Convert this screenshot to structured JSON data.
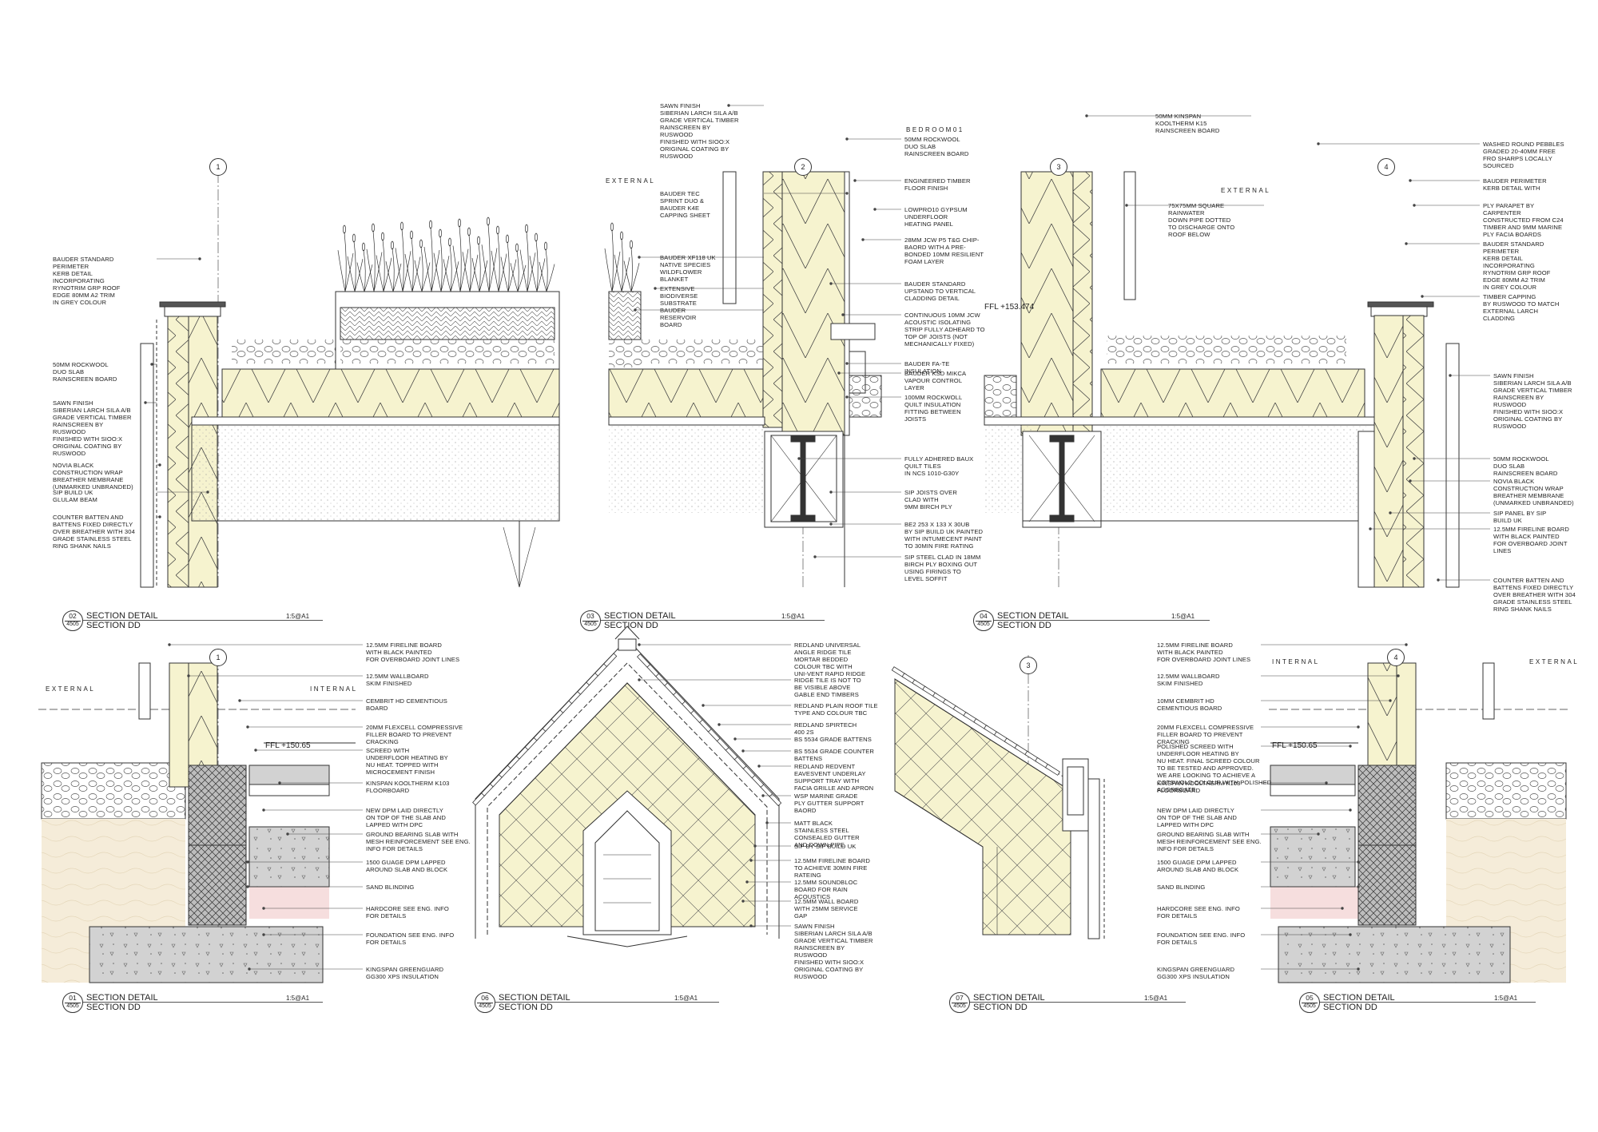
{
  "details": [
    {
      "num": "02",
      "sheet": "4505",
      "title": "SECTION DETAIL",
      "subtitle": "SECTION DD",
      "scale": "1:5@A1"
    },
    {
      "num": "03",
      "sheet": "4505",
      "title": "SECTION DETAIL",
      "subtitle": "SECTION DD",
      "scale": "1:5@A1"
    },
    {
      "num": "04",
      "sheet": "4505",
      "title": "SECTION DETAIL",
      "subtitle": "SECTION DD",
      "scale": "1:5@A1"
    },
    {
      "num": "01",
      "sheet": "4505",
      "title": "SECTION DETAIL",
      "subtitle": "SECTION DD",
      "scale": "1:5@A1"
    },
    {
      "num": "06",
      "sheet": "4505",
      "title": "SECTION DETAIL",
      "subtitle": "SECTION DD",
      "scale": "1:5@A1"
    },
    {
      "num": "07",
      "sheet": "4505",
      "title": "SECTION DETAIL",
      "subtitle": "SECTION DD",
      "scale": "1:5@A1"
    },
    {
      "num": "05",
      "sheet": "4505",
      "title": "SECTION DETAIL",
      "subtitle": "SECTION DD",
      "scale": "1:5@A1"
    }
  ],
  "grid_markers": [
    "1",
    "2",
    "3",
    "4",
    "1",
    "3",
    "4"
  ],
  "labels": {
    "external_03": "EXTERNAL",
    "external_04": "EXTERNAL",
    "bedroom": "BEDROOM01",
    "external_01": "EXTERNAL",
    "internal_01": "INTERNAL",
    "internal_05": "INTERNAL",
    "external_05": "EXTERNAL"
  },
  "ffl": {
    "d03": "FFL +153.474",
    "d01": "FFL +150.65",
    "d05": "FFL +150.65"
  },
  "notes_02": [
    "BAUDER STANDARD\nPERIMETER\nKERB DETAIL\nINCORPORATING\nRYNOTRIM GRP ROOF\nEDGE 80MM A2 TRIM\nIN GREY COLOUR",
    "50MM ROCKWOOL\nDUO SLAB\nRAINSCREEN BOARD",
    "SAWN FINISH\nSIBERIAN LARCH SILA A/B\nGRADE VERTICAL TIMBER\nRAINSCREEN BY\nRUSWOOD\nFINISHED WITH SIOO:X\nORIGINAL COATING BY\nRUSWOOD",
    "NOVIA BLACK\nCONSTRUCTION WRAP\nBREATHER MEMBRANE\n(UNMARKED UNBRANDED)",
    "SIP BUILD UK\nGLULAM BEAM",
    "COUNTER BATTEN AND\nBATTENS FIXED DIRECTLY\nOVER BREATHER WITH 304\nGRADE STAINLESS STEEL\nRING SHANK NAILS"
  ],
  "notes_03_left": [
    "SAWN FINISH\nSIBERIAN LARCH SILA A/B\nGRADE VERTICAL TIMBER\nRAINSCREEN BY\nRUSWOOD\nFINISHED WITH SIOO:X\nORIGINAL COATING BY\nRUSWOOD",
    "BAUDER TEC\nSPRINT DUO &\nBAUDER K4E\nCAPPING SHEET",
    "BAUDER XF118 UK\nNATIVE SPECIES\nWILDFLOWER\nBLANKET",
    "EXTENSIVE\nBIODIVERSE\nSUBSTRATE",
    "BAUDER\nRESERVOIR\nBOARD"
  ],
  "notes_03_right": [
    "50MM ROCKWOOL\nDUO SLAB\nRAINSCREEN BOARD",
    "ENGINEERED TIMBER\nFLOOR FINISH",
    "LOWPRO10 GYPSUM\nUNDERFLOOR\nHEATING PANEL",
    "28MM JCW P5 T&G CHIP-\nBAORD WITH A PRE-\nBONDED 10MM RESILIENT\nFOAM LAYER",
    "BAUDER STANDARD\nUPSTAND TO VERTICAL\nCLADDING DETAIL",
    "CONTINUOUS 10MM JCW\nACOUSTIC ISOLATING\nSTRIP FULLY ADHEARD TO\nTOP OF JOISTS (NOT\nMECHANICALLY FIXED)",
    "BAUDER FA-TE\nINSULATION",
    "BAUDER KSD MIKCA\nVAPOUR CONTROL\nLAYER",
    "100MM ROCKWOLL\nQUILT INSULATION\nFITTING BETWEEN\nJOISTS",
    "FULLY ADHERED BAUX\nQUILT TILES\nIN NCS 1010-G30Y",
    "SIP JOISTS OVER\nCLAD WITH\n9MM BIRCH PLY",
    "BE2 253 X 133 X 30UB\nBY SIP BUILD UK PAINTED\nWITH INTUMECENT PAINT\nTO 30MIN FIRE RATING",
    "SIP STEEL CLAD IN 18MM\nBIRCH PLY BOXING OUT\nUSING FIRINGS TO\nLEVEL SOFFIT"
  ],
  "notes_04": [
    "50MM KINSPAN\nKOOLTHERM K15\nRAINSCREEN BOARD",
    "75x75MM SQUARE\nRAINWATER\nDOWN PIPE DOTTED\nTO DISCHARGE ONTO\nROOF BELOW",
    "WASHED ROUND PEBBLES\nGRADED 20-40MM FREE\nFRO SHARPS LOCALLY\nSOURCED",
    "BAUDER PERIMETER\nKERB DETAIL WITH",
    "PLY PARAPET BY\nCARPENTER\nCONSTRUCTED FROM C24\nTIMBER AND 9MM MARINE\nPLY FACIA BOARDS",
    "BAUDER STANDARD\nPERIMETER\nKERB DETAIL\nINCORPORATING\nRYNOTRIM GRP ROOF\nEDGE 80MM A2 TRIM\nIN GREY COLOUR",
    "TIMBER CAPPING\nBY RUSWOOD TO MATCH\nEXTERNAL LARCH\nCLADDING",
    "SAWN FINISH\nSIBERIAN LARCH SILA A/B\nGRADE VERTICAL TIMBER\nRAINSCREEN BY\nRUSWOOD\nFINISHED WITH SIOO:X\nORIGINAL COATING BY\nRUSWOOD",
    "50MM ROCKWOOL\nDUO SLAB\nRAINSCREEN BOARD",
    "NOVIA BLACK\nCONSTRUCTION WRAP\nBREATHER MEMBRANE\n(UNMARKED UNBRANDED)",
    "SIP PANEL BY SIP\nBUILD UK",
    "12.5MM FIRELINE BOARD\nWITH BLACK PAINTED\nFOR OVERBOARD JOINT\nLINES",
    "COUNTER BATTEN AND\nBATTENS FIXED DIRECTLY\nOVER BREATHER WITH 304\nGRADE STAINLESS STEEL\nRING SHANK NAILS"
  ],
  "notes_01": [
    "12.5MM FIRELINE BOARD\nWITH BLACK PAINTED\nFOR OVERBOARD JOINT LINES",
    "12.5MM WALLBOARD\nSKIM FINISHED",
    "CEMBRIT HD CEMENTIOUS\nBOARD",
    "20MM FLEXCELL COMPRESSIVE\nFILLER BOARD TO PREVENT\nCRACKING",
    "SCREED WITH\nUNDERFLOOR HEATING BY\nNU HEAT. TOPPED WITH\nMICROCEMENT FINISH",
    "KINSPAN KOOLTHERM K103\nFLOORBOARD",
    "NEW DPM LAID DIRECTLY\nON TOP OF THE SLAB AND\nLAPPED WITH DPC",
    "GROUND BEARING SLAB WITH\nMESH REINFORCEMENT SEE ENG.\nINFO FOR DETAILS",
    "1500 GUAGE DPM LAPPED\nAROUND SLAB AND BLOCK",
    "SAND BLINDING",
    "HARDCORE SEE ENG. INFO\nFOR DETAILS",
    "FOUNDATION SEE ENG. INFO\nFOR DETAILS",
    "KINGSPAN GREENGUARD\nGG300 XPS INSULATION"
  ],
  "notes_06": [
    "REDLAND UNIVERSAL\nANGLE RIDGE TILE\nMORTAR BEDDED\nCOLOUR TBC WITH\nUNI-VENT RAPID RIDGE",
    "RIDGE TILE IS NOT TO\nBE VISIBLE ABOVE\nGABLE END TIMBERS",
    "REDLAND PLAIN ROOF TILE\nTYPE AND COLOUR TBC",
    "REDLAND SPIRTECH\n400 2S",
    "BS 5534 GRADE BATTENS",
    "BS 5534 GRADE COUNTER\nBATTENS",
    "REDLAND REDVENT\nEAVESVENT UNDERLAY\nSUPPORT TRAY WITH\nFACIA GRILLE AND APRON",
    "WSP MARINE GRADE\nPLY GUTTER SUPPORT\nBAORD",
    "MATT BLACK\nSTAINLESS STEEL\nCONSEALED GUTTER\nAND DOWN PIPE",
    "SIP BY SIP BUILD UK",
    "12.5MM FIRELINE BOARD\nTO ACHIEVE 30MIN FIRE\nRATEING",
    "12.5MM SOUNDBLOC\nBOARD FOR RAIN\nACOUSTICS",
    "12.5MM WALL BOARD\nWITH 25MM SERVICE\nGAP",
    "SAWN FINISH\nSIBERIAN LARCH SILA A/B\nGRADE VERTICAL TIMBER\nRAINSCREEN BY\nRUSWOOD\nFINISHED WITH SIOO:X\nORIGINAL COATING BY\nRUSWOOD"
  ],
  "notes_05": [
    "12.5MM FIRELINE BOARD\nWITH BLACK PAINTED\nFOR OVERBOARD JOINT LINES",
    "12.5MM WALLBOARD\nSKIM FINISHED",
    "10MM CEMBRIT HD\nCEMENTIOUS BOARD",
    "20MM FLEXCELL COMPRESSIVE\nFILLER BOARD TO PREVENT\nCRACKING",
    "POLISHED SCREED WITH\nUNDERFLOOR HEATING BY\nNU HEAT. FINAL SCREED COLOUR\nTO BE TESTED AND APPROVED.\nWE ARE LOOKING TO ACHIEVE A\nCOTSWOLD COLOUR WITH POLISHED\nAGGREGATE",
    "KINSPAN KOOLTHERM K103\nFLOORBOARD",
    "NEW DPM LAID DIRECTLY\nON TOP OF THE SLAB AND\nLAPPED WITH DPC",
    "GROUND BEARING SLAB WITH\nMESH REINFORCEMENT SEE ENG.\nINFO FOR DETAILS",
    "1500 GUAGE DPM LAPPED\nAROUND SLAB AND BLOCK",
    "SAND BLINDING",
    "HARDCORE SEE ENG. INFO\nFOR DETAILS",
    "FOUNDATION SEE ENG. INFO\nFOR DETAILS",
    "KINGSPAN GREENGUARD\nGG300 XPS INSULATION"
  ],
  "colors": {
    "insulation": "#f6f3cf",
    "concrete": "#d2d2d2",
    "hatch_block": "#bdbdbd",
    "sand": "#f5ecd9",
    "hardcore": "#f6dede",
    "line": "#333333"
  }
}
